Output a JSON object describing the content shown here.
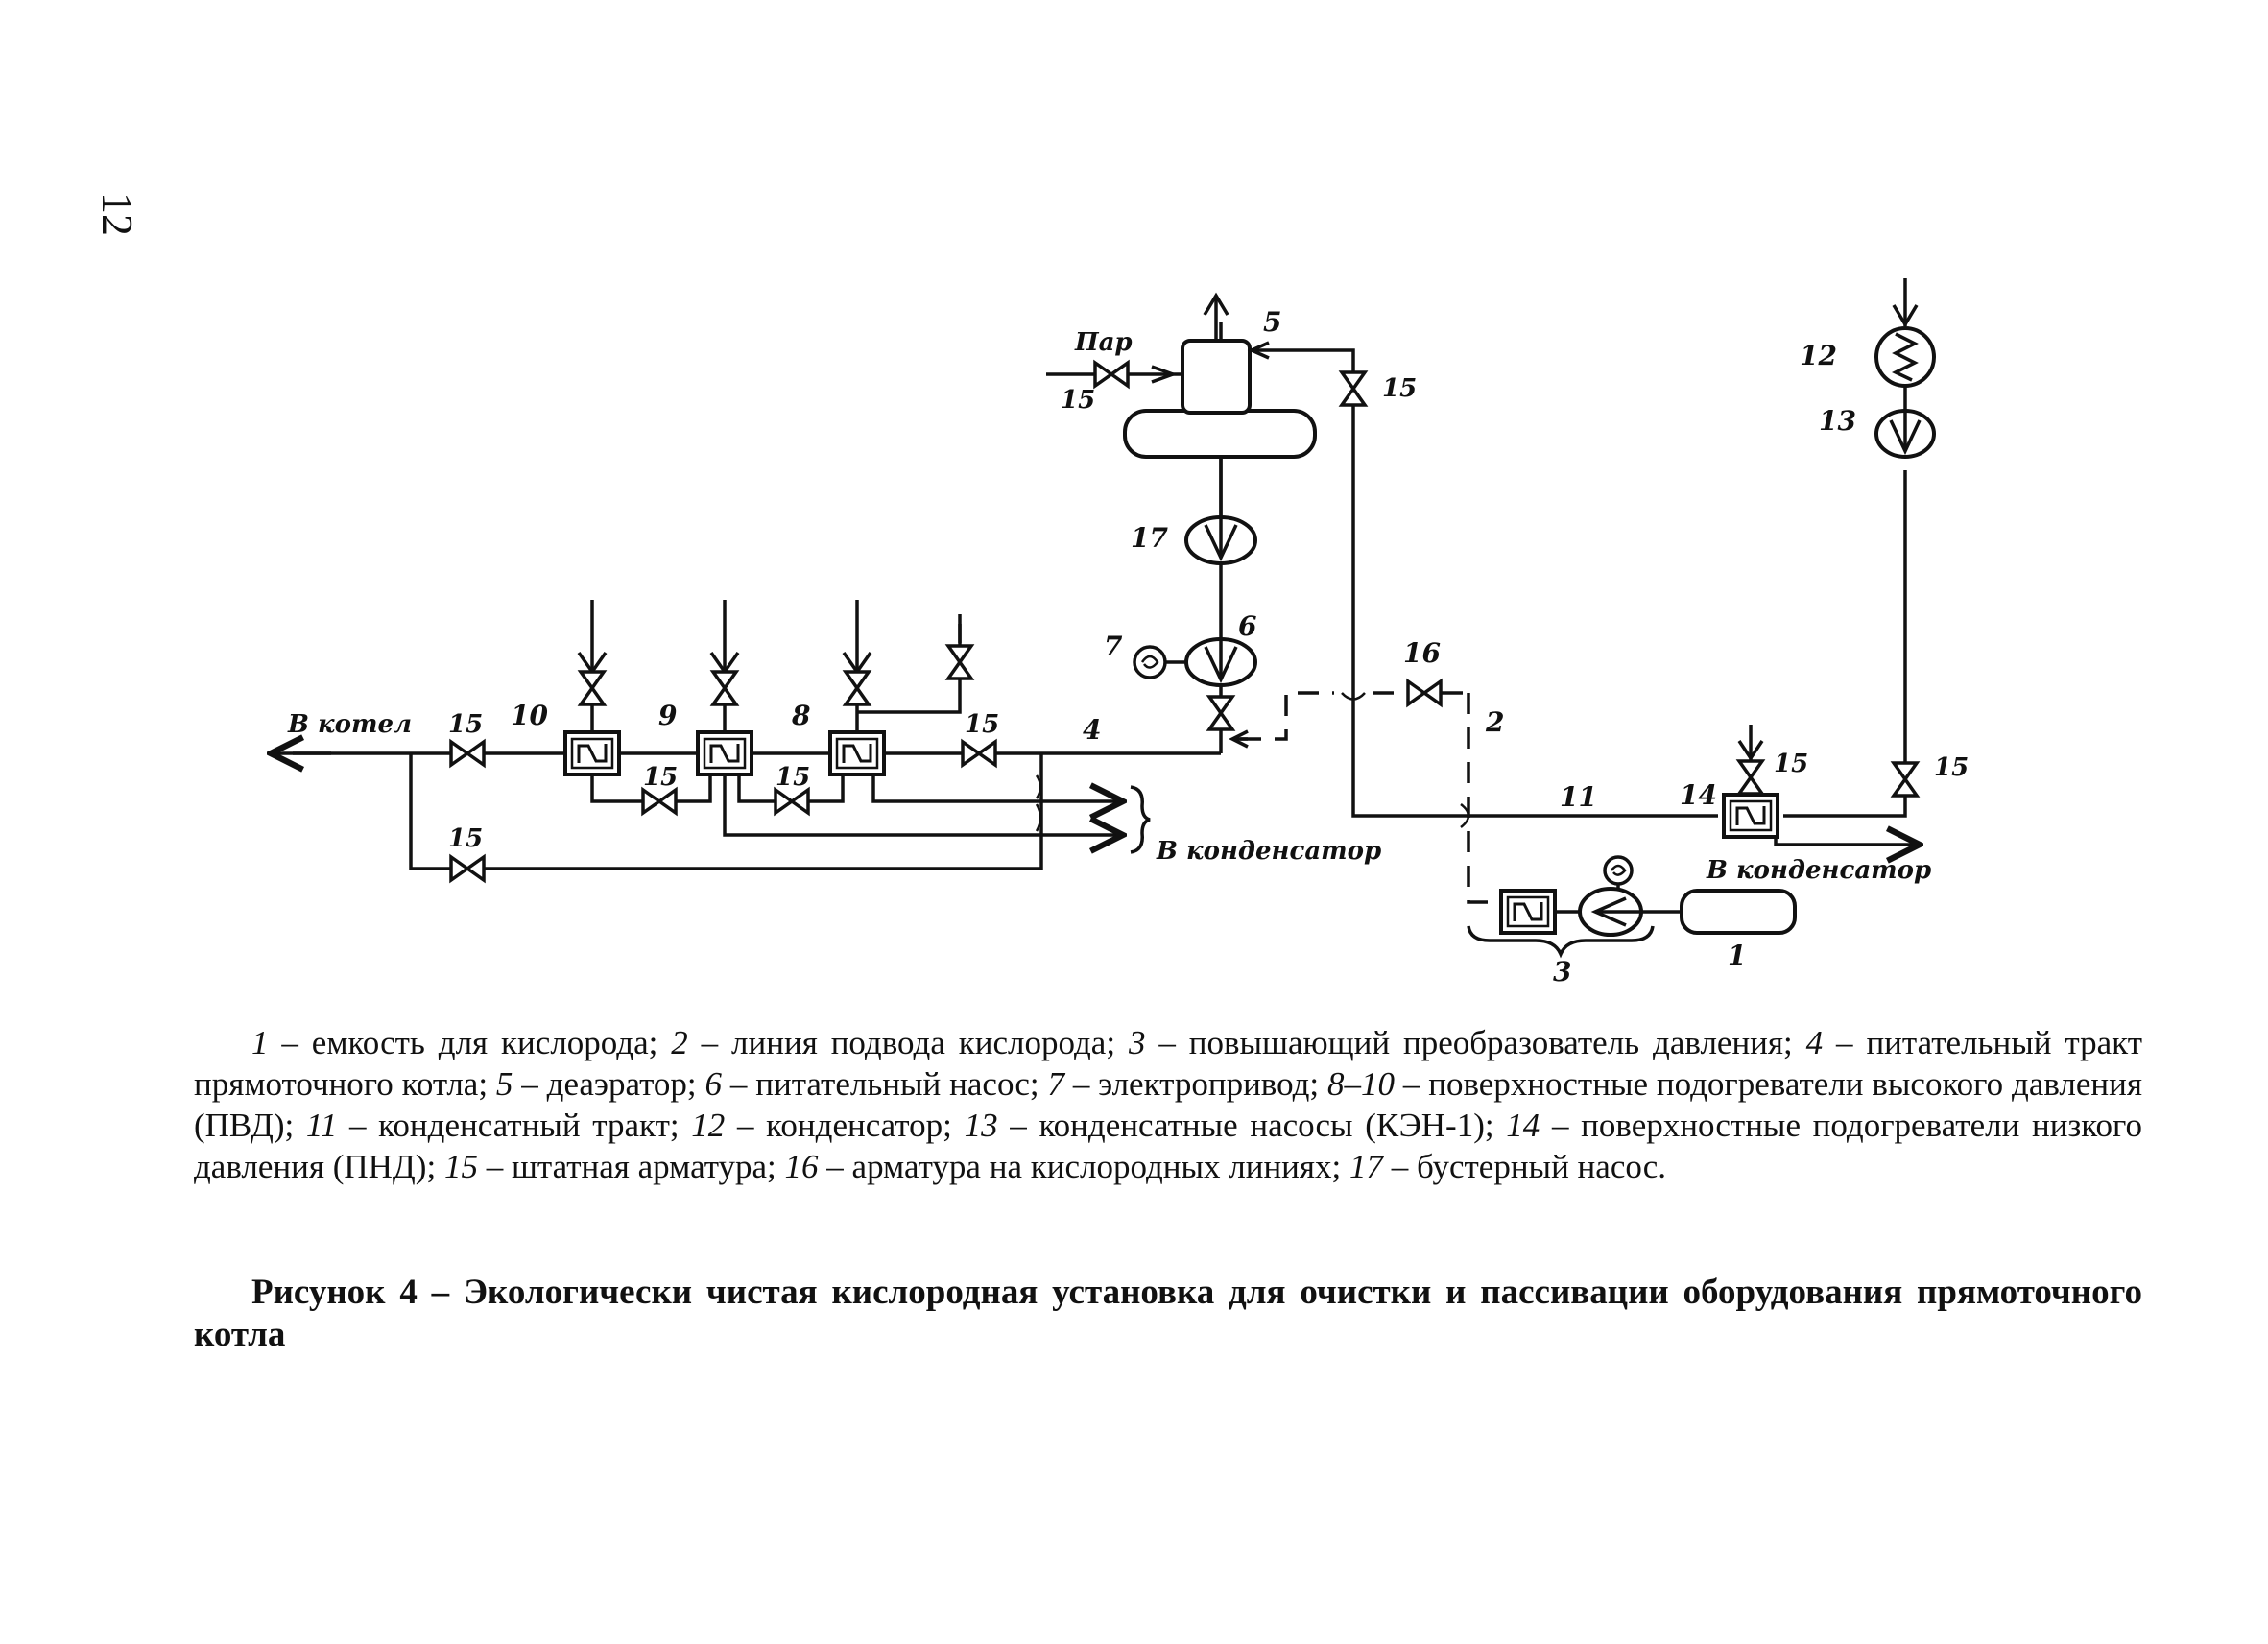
{
  "page": {
    "number": "12"
  },
  "diagram": {
    "labels": {
      "to_boiler": "В котел",
      "steam": "Пар",
      "to_condenser_main": "В конденсатор",
      "to_condenser_right": "В конденсатор",
      "n1": "1",
      "n2": "2",
      "n3": "3",
      "n4": "4",
      "n5": "5",
      "n6": "6",
      "n7": "7",
      "n8": "8",
      "n9": "9",
      "n10": "10",
      "n11": "11",
      "n12": "12",
      "n13": "13",
      "n14": "14",
      "n16": "16",
      "n17": "17",
      "v15": "15"
    }
  },
  "legend": {
    "items": [
      {
        "num": "1",
        "text": " – емкость для кислорода; "
      },
      {
        "num": "2",
        "text": " – линия подвода кислорода; "
      },
      {
        "num": "3",
        "text": " – повышающий преобразователь давления; "
      },
      {
        "num": "4",
        "text": " – питательный тракт прямоточного котла; "
      },
      {
        "num": "5",
        "text": " – деаэратор; "
      },
      {
        "num": "6",
        "text": " – питательный насос; "
      },
      {
        "num": "7",
        "text": " – электропривод; "
      },
      {
        "num": "8–10",
        "text": " – поверхностные подогреватели высокого давления (ПВД); "
      },
      {
        "num": "11",
        "text": " – конденсатный тракт; "
      },
      {
        "num": "12",
        "text": " – конденсатор; "
      },
      {
        "num": "13",
        "text": " – конденсатные насосы (КЭН-1); "
      },
      {
        "num": "14",
        "text": " – поверхностные подогреватели низкого давления (ПНД); "
      },
      {
        "num": "15",
        "text": " – штатная арматура; "
      },
      {
        "num": "16",
        "text": " – арматура на кислородных линиях; "
      },
      {
        "num": "17",
        "text": " – бустерный насос."
      }
    ]
  },
  "caption": "Рисунок 4 – Экологически чистая кислородная установка для очистки и пассивации оборудования прямоточного котла"
}
